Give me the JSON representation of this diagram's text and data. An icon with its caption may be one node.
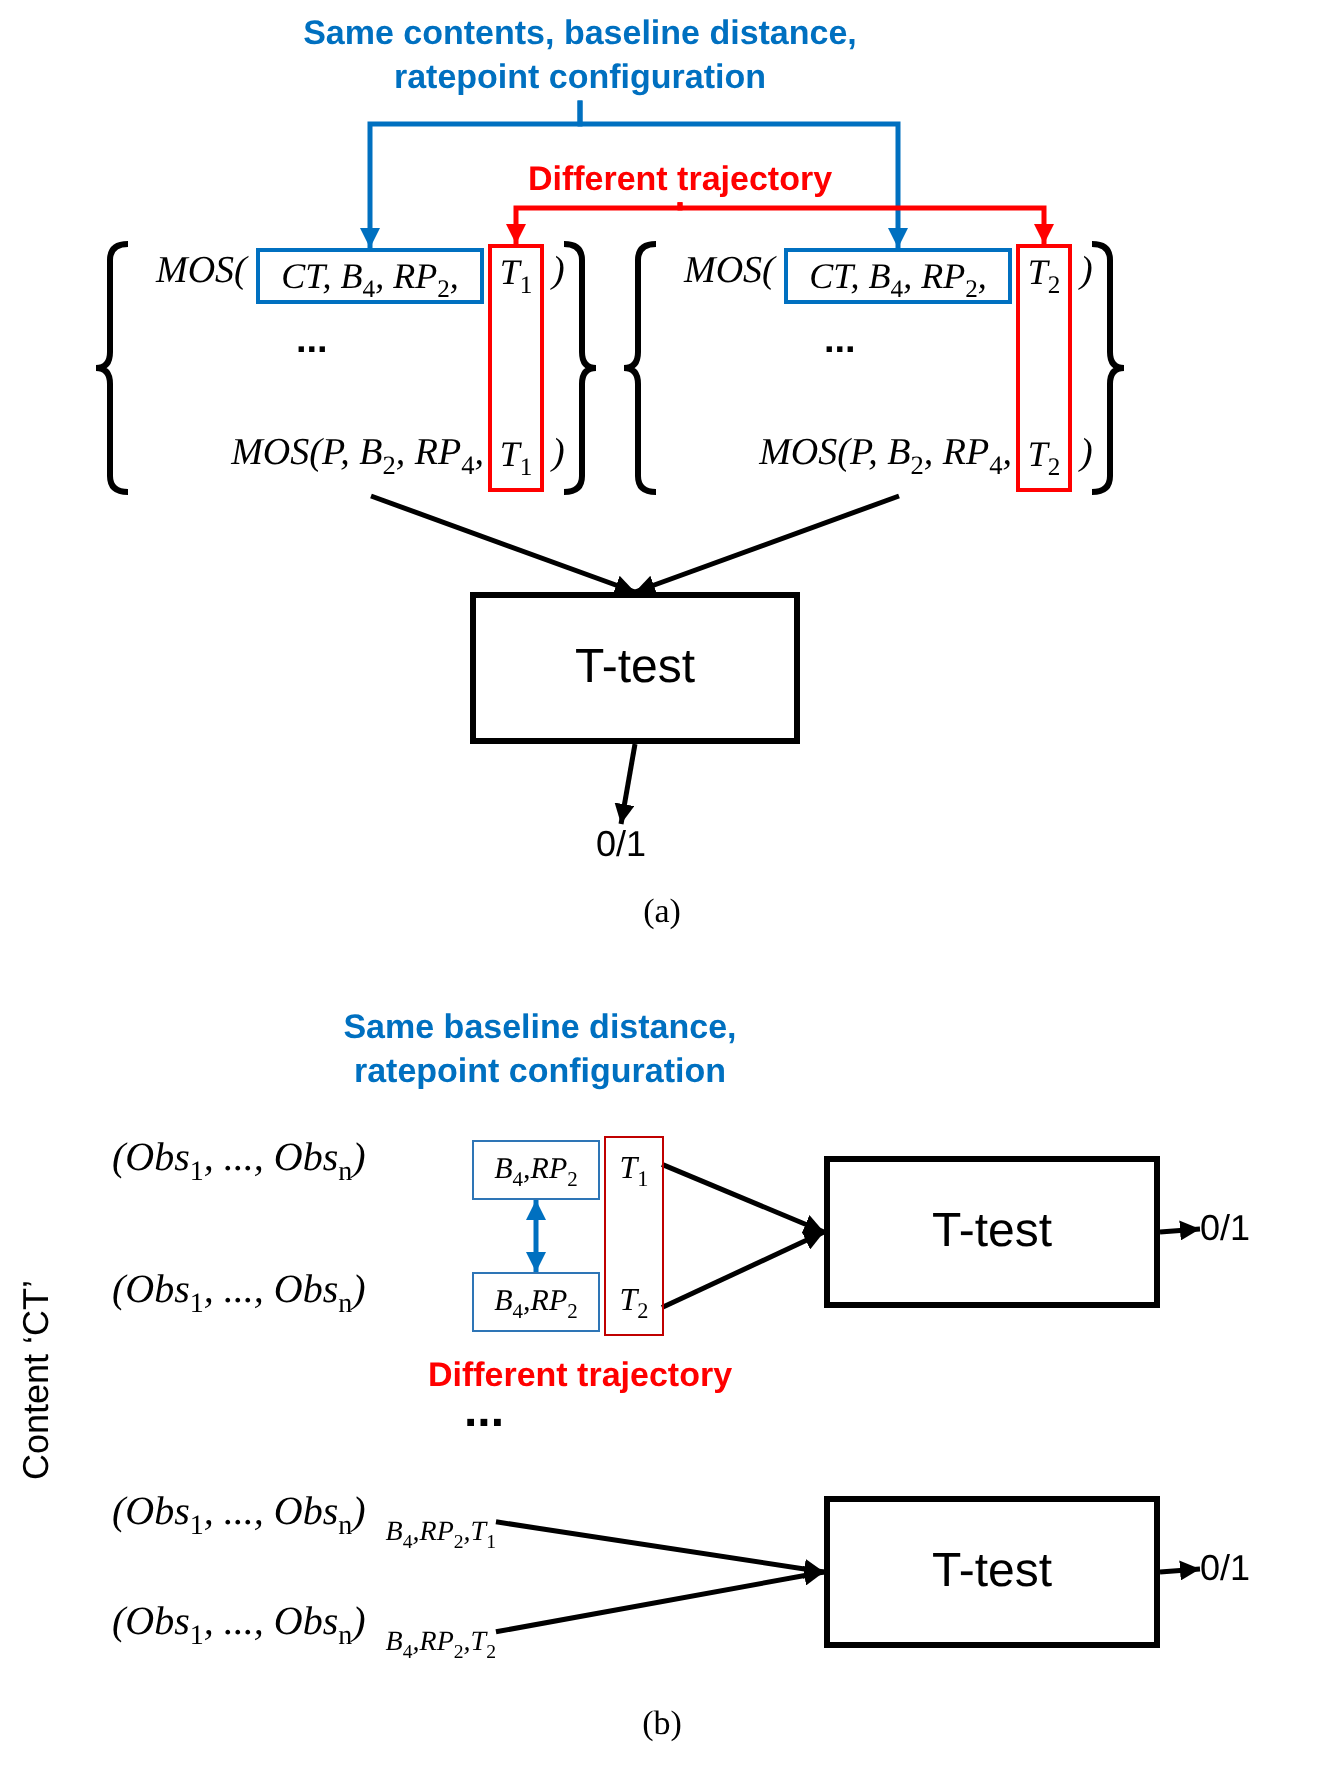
{
  "diagram": {
    "nodes": [
      {
        "text": [
          "Same contents, baseline distance, ratepoint configuration"
        ]
      },
      {
        "text": [
          "Different trajectory"
        ]
      },
      {
        "text": [
          "MOS(",
          ")",
          "...",
          "MOS(P, B$_{2}$, RP$_{4}$,",
          ")"
        ]
      },
      {
        "text": [
          "CT, B$_{4}$, RP$_{2}$,"
        ],
        "in": 2
      },
      {
        "text": [
          "T$_{1}$",
          "T$_{1}$"
        ],
        "in": 2
      },
      {
        "text": [
          "MOS(",
          ")",
          "...",
          "MOS(P, B$_{2}$, RP$_{4}$,",
          ")"
        ]
      },
      {
        "text": [
          "CT, B$_{4}$, RP$_{2}$,"
        ],
        "in": 5
      },
      {
        "text": [
          "T$_{2}$",
          "T$_{2}$"
        ],
        "in": 5
      },
      {
        "text": [
          "T-test"
        ]
      },
      {
        "text": [
          "0/1"
        ]
      },
      {
        "text": [
          "B$_{4}$,RP$_{2}$"
        ]
      },
      {
        "text": [],
        "shape": "box"
      },
      {
        "text": [
          "T$_{1}$"
        ],
        "in": 11
      },
      {
        "text": [
          "B$_{4}$,RP$_{2}$"
        ]
      },
      {
        "text": [
          "T$_{2}$"
        ],
        "in": 11
      },
      {
        "text": [
          "T-test"
        ]
      },
      {
        "text": [
          "0/1"
        ]
      },
      {
        "text": [
          "(Obs$_{1}$, ..., Obs$_{n}$)",
          "B$_{4}$,RP$_{2}$,T$_{1}$"
        ]
      },
      {
        "text": [
          "(Obs$_{1}$, ..., Obs$_{n}$)",
          "B$_{4}$,RP$_{2}$,T$_{2}$"
        ]
      },
      {
        "text": [
          "T-test"
        ]
      },
      {
        "text": [
          "0/1"
        ]
      }
    ],
    "edges": [
      {
        "from": 0,
        "to": 3,
        "arrow": "to",
        "color": "#0070c0"
      },
      {
        "from": 0,
        "to": 6,
        "arrow": "to",
        "color": "#0070c0"
      },
      {
        "from": 1,
        "to": 4,
        "arrow": "to",
        "color": "#ff0000"
      },
      {
        "from": 1,
        "to": 7,
        "arrow": "to",
        "color": "#ff0000"
      },
      {
        "from": 2,
        "to": 8,
        "arrow": "to"
      },
      {
        "from": 5,
        "to": 8,
        "arrow": "to"
      },
      {
        "from": 8,
        "to": 9,
        "arrow": "to"
      },
      {
        "from": 10,
        "to": 13,
        "arrow": "both",
        "color": "#0070c0"
      },
      {
        "from": 12,
        "to": 15,
        "arrow": "to"
      },
      {
        "from": 14,
        "to": 15,
        "arrow": "to"
      },
      {
        "from": 15,
        "to": 16,
        "arrow": "to"
      },
      {
        "from": 17,
        "to": 19,
        "arrow": "to"
      },
      {
        "from": 18,
        "to": 19,
        "arrow": "to"
      },
      {
        "from": 19,
        "to": 20,
        "arrow": "to"
      }
    ],
    "labels": [
      "(a)",
      "Same baseline distance, ratepoint configuration",
      "(Obs$_{1}$, ..., Obs$_{n}$)",
      "(Obs$_{1}$, ..., Obs$_{n}$)",
      "Different trajectory",
      "...",
      "Content ‘CT’",
      "(b)"
    ]
  }
}
